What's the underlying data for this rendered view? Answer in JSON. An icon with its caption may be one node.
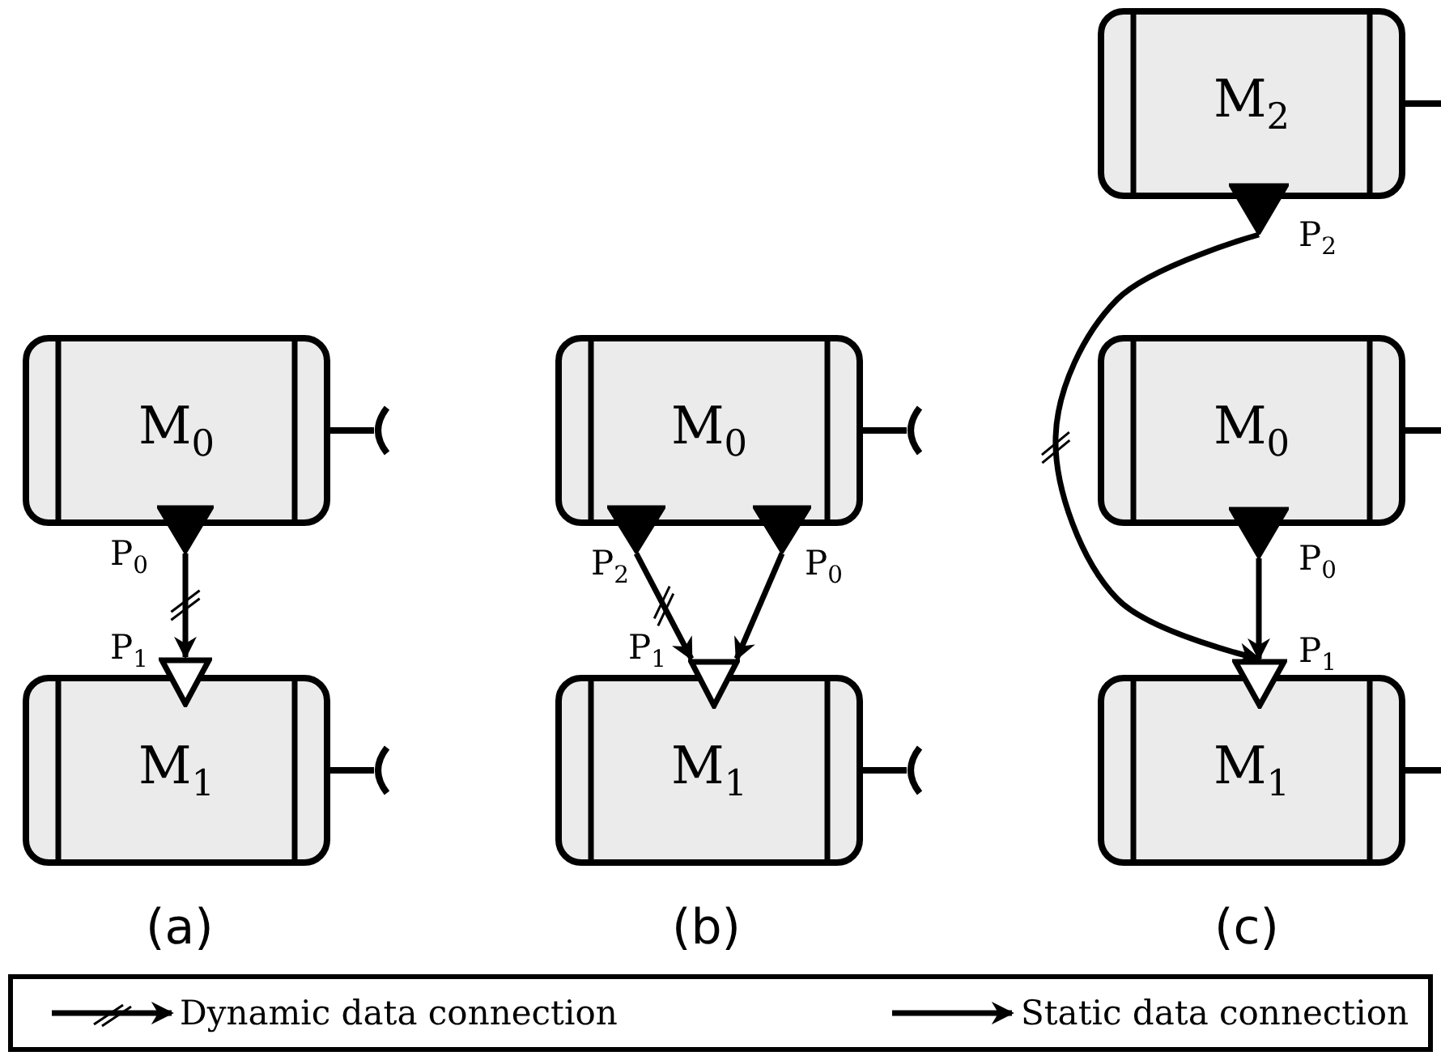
{
  "diagram": {
    "nodes": [
      {
        "text": [
          "M$_{0}$"
        ]
      },
      {
        "text": [
          "P$_{0}$"
        ]
      },
      {
        "text": [
          "P$_{1}$"
        ]
      },
      {
        "text": [
          "M$_{1}$"
        ]
      },
      {
        "text": [
          "M$_{0}$"
        ]
      },
      {
        "text": [
          "P$_{2}$"
        ]
      },
      {
        "text": [
          "P$_{0}$"
        ]
      },
      {
        "text": [
          "P$_{1}$"
        ]
      },
      {
        "text": [
          "M$_{1}$"
        ]
      },
      {
        "text": [
          "M$_{2}$"
        ]
      },
      {
        "text": [
          "P$_{2}$"
        ]
      },
      {
        "text": [
          "M$_{0}$"
        ]
      },
      {
        "text": [
          "P$_{0}$"
        ]
      },
      {
        "text": [
          "P$_{1}$"
        ]
      },
      {
        "text": [
          "M$_{1}$"
        ]
      }
    ],
    "edges": [
      {
        "from": 1,
        "to": 2,
        "arrow": "to"
      },
      {
        "from": 5,
        "to": 7,
        "arrow": "to"
      },
      {
        "from": 6,
        "to": 7,
        "arrow": "to"
      },
      {
        "from": 10,
        "to": 13,
        "arrow": "to"
      },
      {
        "from": 12,
        "to": 13,
        "arrow": "to"
      }
    ],
    "labels": [
      "(a)",
      "(b)",
      "(c)"
    ],
    "legend": [
      {
        "text": "Dynamic data connection"
      },
      {
        "text": "Static data connection"
      }
    ]
  }
}
